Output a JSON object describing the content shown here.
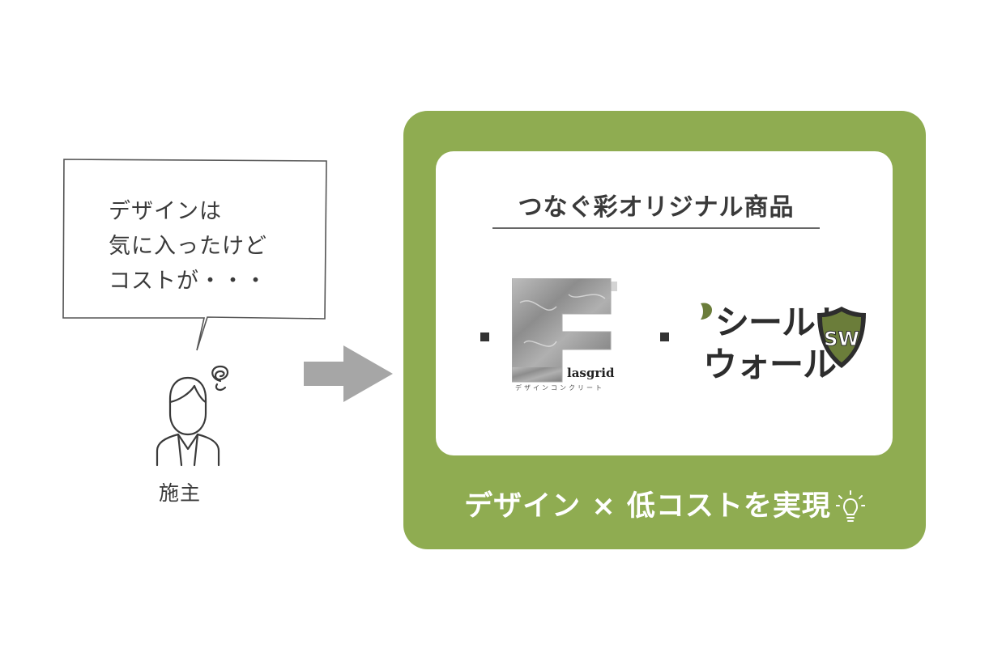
{
  "bubble": {
    "lines": [
      "デザインは",
      "気に入ったけど",
      "コストが・・・"
    ]
  },
  "person": {
    "label": "施主",
    "icon": "worried-person-icon"
  },
  "arrow": {
    "icon": "right-arrow-icon"
  },
  "panel": {
    "title": "つなぐ彩オリジナル商品",
    "products": [
      {
        "name": "lasgrid",
        "subtitle": "デザインコンクリート",
        "icon": "elasgrid-logo"
      },
      {
        "line1": "シールド",
        "line2": "ウォール",
        "badge": "SW",
        "icon": "shield-wall-logo"
      }
    ],
    "caption": "デザイン × 低コストを実現",
    "caption_icon": "lightbulb-icon"
  },
  "colors": {
    "panel_green": "#8fac51",
    "text": "#3a3a3a",
    "arrow": "#a6a6a6",
    "shield": "#6b7d3a"
  }
}
